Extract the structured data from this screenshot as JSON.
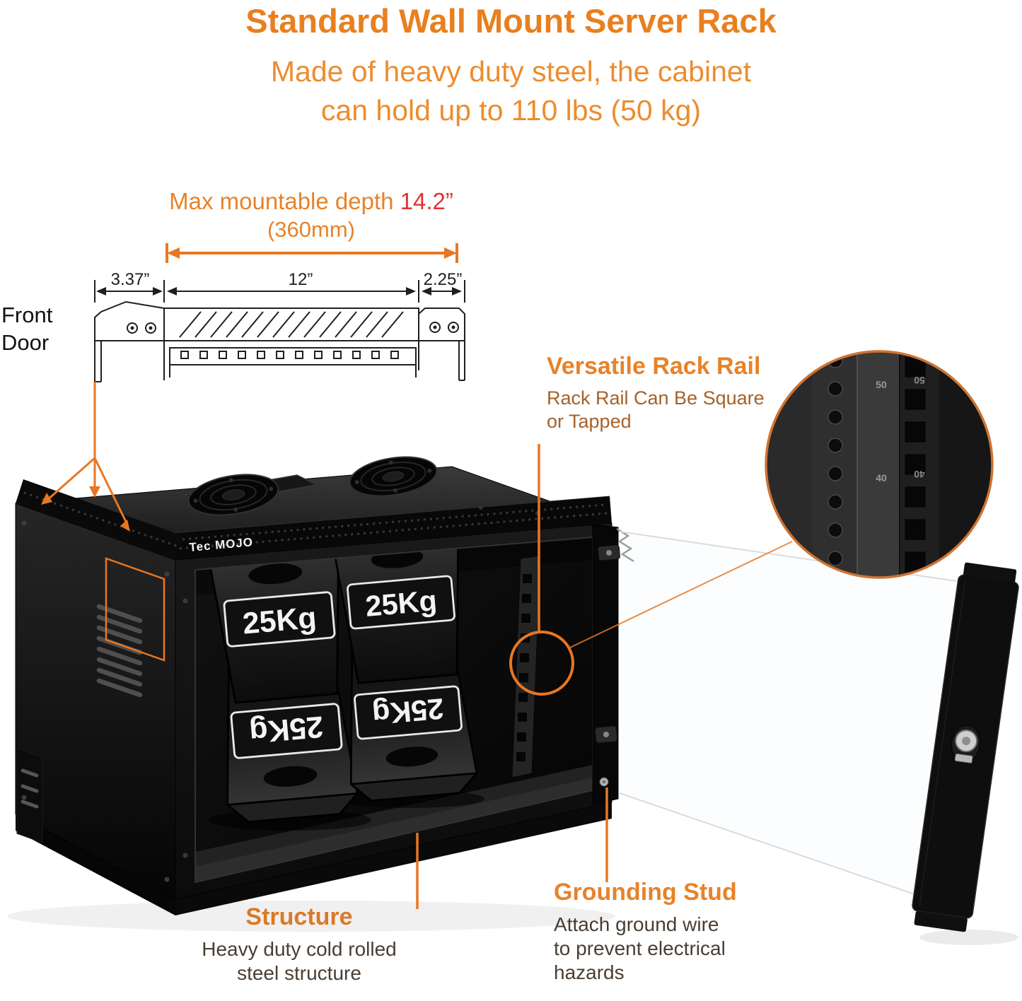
{
  "header": {
    "title": "Standard Wall Mount Server Rack",
    "subtitle_lines": [
      "Made of heavy duty steel, the cabinet",
      "can hold up to 110 lbs (50 kg)"
    ]
  },
  "dimensions": {
    "max_depth_label": "Max mountable depth",
    "max_depth_value": "14.2”",
    "max_depth_mm": "(360mm)",
    "front_overhang": "3.37”",
    "mount_depth": "12”",
    "rear_gap": "2.25”",
    "front_door": [
      "Front",
      "Door"
    ]
  },
  "callouts": {
    "rack_rail": {
      "title": "Versatile Rack Rail",
      "desc_lines": [
        "Rack Rail Can Be Square",
        "or Tapped"
      ]
    },
    "structure": {
      "title": "Structure",
      "desc_lines": [
        "Heavy duty cold rolled",
        "steel structure"
      ]
    },
    "grounding": {
      "title": "Grounding Stud",
      "desc_lines": [
        "Attach ground wire",
        "to prevent electrical",
        "hazards"
      ]
    }
  },
  "product": {
    "brand": "Tec MOJO",
    "weight_label": "25Kg",
    "rail_markings": [
      "50",
      "40"
    ]
  },
  "colors": {
    "accent_orange": "#E87722",
    "value_red": "#E23434",
    "cabinet_black": "#0d0d0d"
  }
}
